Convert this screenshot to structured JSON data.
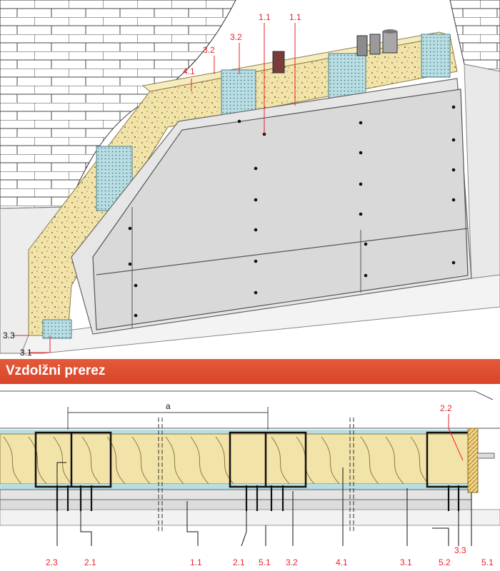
{
  "section_title": "Vzdolžni prerez",
  "colors": {
    "label_red": "#e8232c",
    "banner": "#db4a2d",
    "insulation": "#f2e3a8",
    "board": "#dcdcdc",
    "profile": "#b8dde3"
  },
  "top_labels": {
    "board_top_a": "1.1",
    "board_top_b": "1.1",
    "profile_top_a": "3.2",
    "profile_top_b": "3.2",
    "insulation_top": "4.1",
    "guide_bottom_a": "3.3",
    "guide_bottom_b": "3.1"
  },
  "section_labels": {
    "dimension": "a",
    "end_profile": "2.2",
    "screw_side": "2.3",
    "screw_a": "2.1",
    "board": "1.1",
    "screw_b": "2.1",
    "joint": "5.1",
    "profile": "3.2",
    "insulation": "4.1",
    "guide_a": "3.1",
    "sealant": "5.2",
    "guide_b": "3.3",
    "joint_end": "5.1"
  }
}
